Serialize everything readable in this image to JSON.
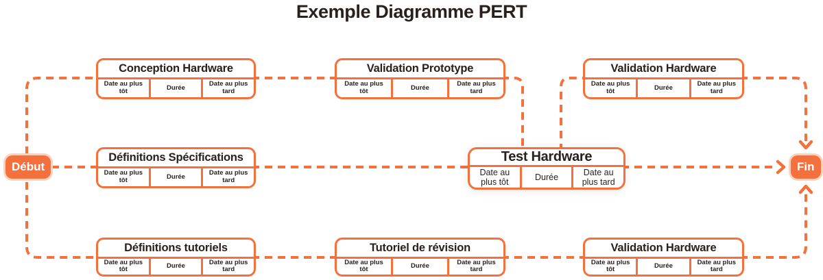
{
  "title": "Exemple Diagramme PERT",
  "start": {
    "label": "Début"
  },
  "end": {
    "label": "Fin"
  },
  "colors": {
    "accent_orange": "#f4703c",
    "peach_ring": "#fbd3bc",
    "text_dark": "#29211e",
    "highlight_node_bg": "#ffffff"
  },
  "nodes": [
    {
      "title": "Conception Hardware",
      "cells": [
        "Date au plus tôt",
        "Durée",
        "Date au plus tard"
      ],
      "highlighted": false
    },
    {
      "title": "Validation Prototype",
      "cells": [
        "Date au plus tôt",
        "Durée",
        "Date au plus tard"
      ],
      "highlighted": false
    },
    {
      "title": "Validation Hardware",
      "cells": [
        "Date au plus tôt",
        "Durée",
        "Date au plus tard"
      ],
      "highlighted": false
    },
    {
      "title": "Définitions Spécifications",
      "cells": [
        "Date au plus tôt",
        "Durée",
        "Date au plus tard"
      ],
      "highlighted": false
    },
    {
      "title": "Test Hardware",
      "cells": [
        "Date au plus tôt",
        "Durée",
        "Date au plus tard"
      ],
      "highlighted": true
    },
    {
      "title": "Définitions tutoriels",
      "cells": [
        "Date au plus tôt",
        "Durée",
        "Date au plus tard"
      ],
      "highlighted": false
    },
    {
      "title": "Tutoriel de révision",
      "cells": [
        "Date au plus tôt",
        "Durée",
        "Date au plus tard"
      ],
      "highlighted": false
    },
    {
      "title": "Validation Hardware",
      "cells": [
        "Date au plus tôt",
        "Durée",
        "Date au plus tard"
      ],
      "highlighted": false
    }
  ]
}
